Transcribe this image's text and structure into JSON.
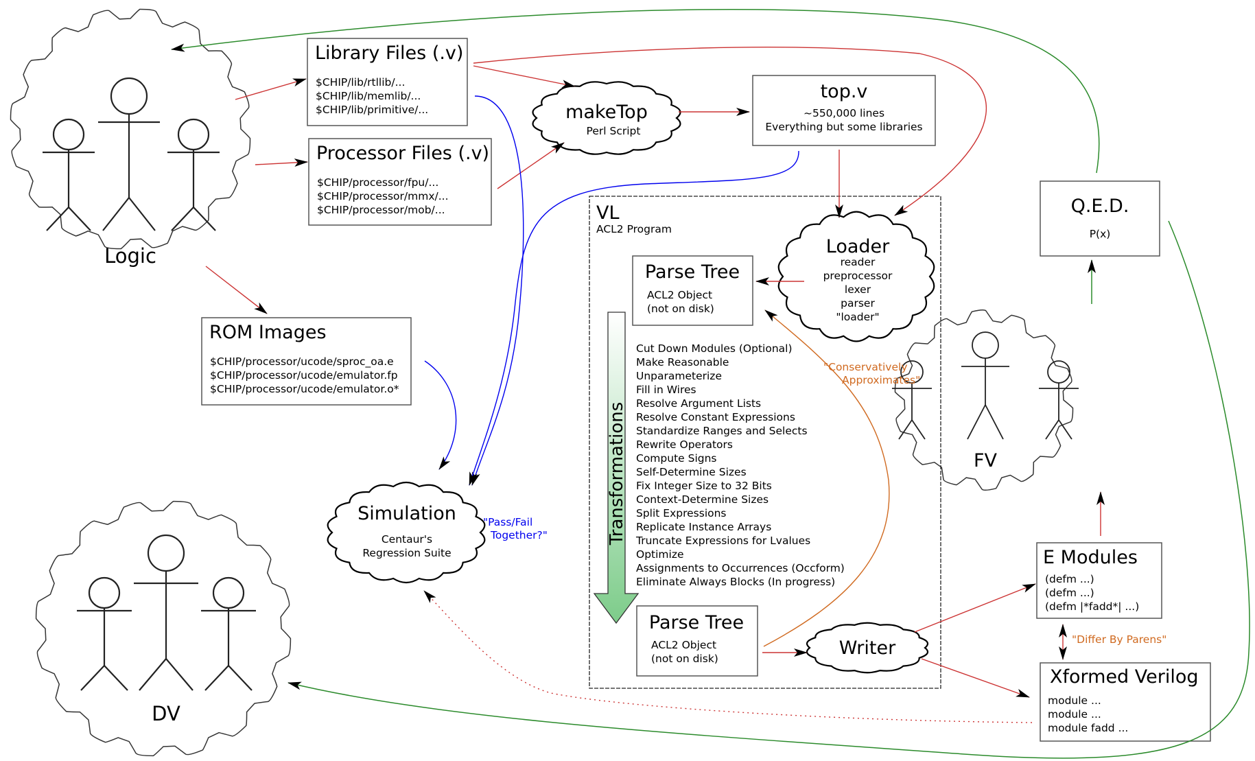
{
  "colors": {
    "flow_red": "#cc3333",
    "sim_blue": "#0000ee",
    "loop_green": "#2a8a2a",
    "annotation_orange": "#d06a20",
    "arrow_green_top": "#ffffff",
    "arrow_green_bottom": "#7dcc8a"
  },
  "actors": {
    "logic": "Logic",
    "dv": "DV",
    "fv": "FV"
  },
  "library": {
    "title": "Library Files (.v)",
    "lines": [
      "$CHIP/lib/rtllib/...",
      "$CHIP/lib/memlib/...",
      "$CHIP/lib/primitive/..."
    ]
  },
  "processor": {
    "title": "Processor Files (.v)",
    "lines": [
      "$CHIP/processor/fpu/...",
      "$CHIP/processor/mmx/...",
      "$CHIP/processor/mob/..."
    ]
  },
  "rom": {
    "title": "ROM Images",
    "lines": [
      "$CHIP/processor/ucode/sproc_oa.e",
      "$CHIP/processor/ucode/emulator.fp",
      "$CHIP/processor/ucode/emulator.o*"
    ]
  },
  "maketop": {
    "title": "makeTop",
    "subtitle": "Perl Script"
  },
  "topv": {
    "title": "top.v",
    "lines": [
      "~550,000 lines",
      "Everything but some libraries"
    ]
  },
  "simulation": {
    "title": "Simulation",
    "lines": [
      "Centaur's",
      "Regression Suite"
    ],
    "note": [
      "\"Pass/Fail",
      "Together?\""
    ]
  },
  "vl": {
    "title": "VL",
    "subtitle": "ACL2 Program",
    "loader": {
      "title": "Loader",
      "lines": [
        "reader",
        "preprocessor",
        "lexer",
        "parser",
        "\"loader\""
      ]
    },
    "parse_tree_top": {
      "title": "Parse Tree",
      "lines": [
        "ACL2 Object",
        "(not on disk)"
      ]
    },
    "parse_tree_bottom": {
      "title": "Parse Tree",
      "lines": [
        "ACL2 Object",
        "(not on disk)"
      ]
    },
    "transformations_label": "Transformations",
    "transformations": [
      "Cut Down Modules (Optional)",
      "Make Reasonable",
      "Unparameterize",
      "Fill in Wires",
      "Resolve Argument Lists",
      "Resolve Constant Expressions",
      "Standardize Ranges and Selects",
      "Rewrite Operators",
      "Compute Signs",
      "Self-Determine Sizes",
      "Fix Integer Size to 32 Bits",
      "Context-Determine Sizes",
      "Split Expressions",
      "Replicate Instance Arrays",
      "Truncate Expressions for Lvalues",
      "Optimize",
      "Assignments to Occurrences (Occform)",
      "Eliminate Always Blocks (In progress)"
    ],
    "writer": "Writer",
    "approx_note": [
      "\"Conservatively",
      "Approximates\""
    ]
  },
  "qed": {
    "title": "Q.E.D.",
    "subtitle": "P(x)"
  },
  "emodules": {
    "title": "E Modules",
    "lines": [
      "(defm ...)",
      "(defm ...)",
      "(defm |*fadd*| ...)"
    ]
  },
  "xformed": {
    "title": "Xformed Verilog",
    "lines": [
      "module ...",
      "module ...",
      "module fadd ..."
    ]
  },
  "differ_note": "\"Differ By Parens\""
}
